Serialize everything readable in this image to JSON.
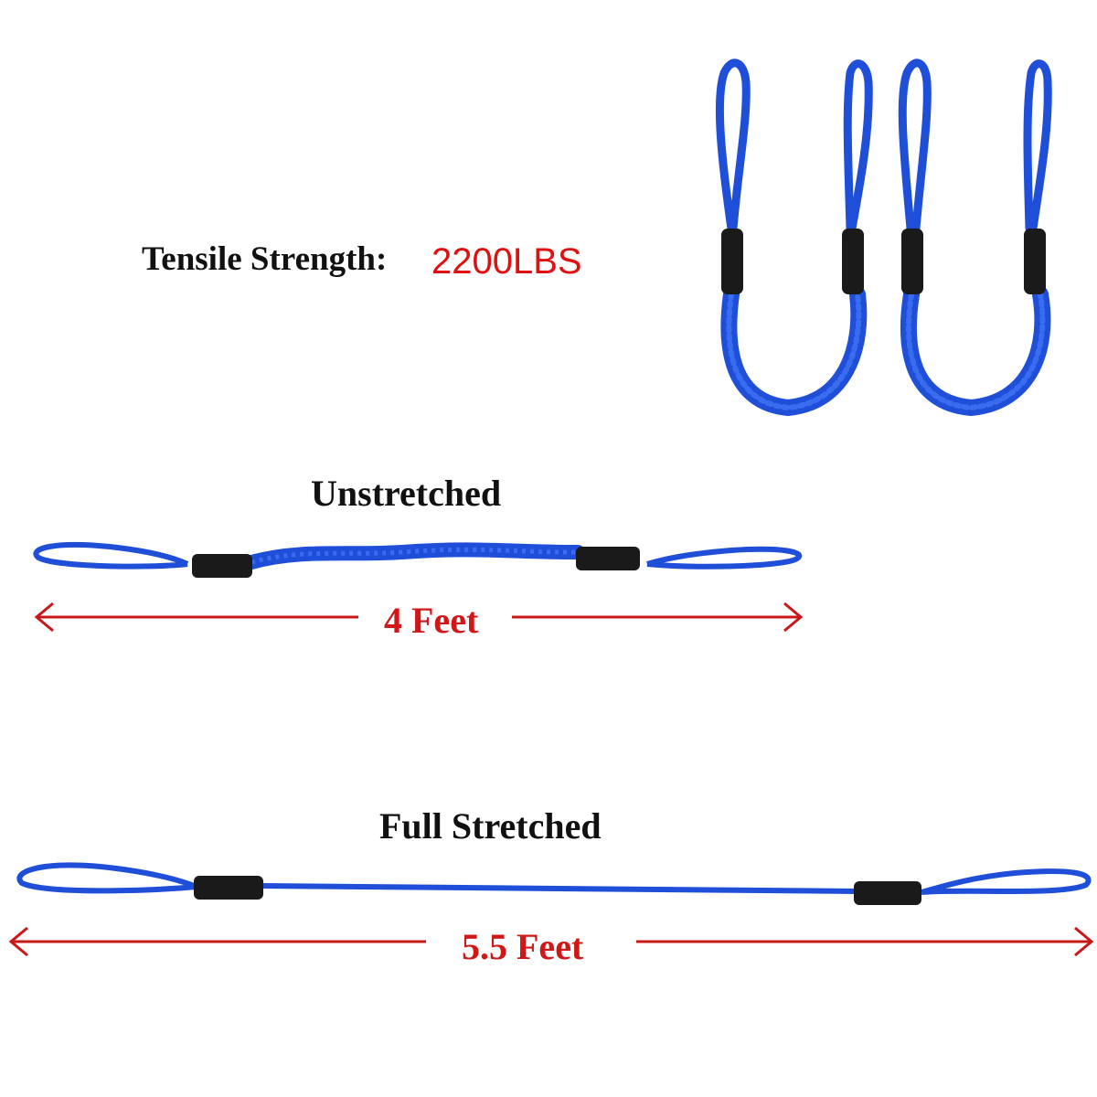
{
  "spec": {
    "label": "Tensile Strength:",
    "value": "2200LBS",
    "value_color": "#e01010"
  },
  "unstretched": {
    "title": "Unstretched",
    "length": "4 Feet"
  },
  "full_stretched": {
    "title": "Full Stretched",
    "length": "5.5 Feet"
  },
  "colors": {
    "rope": "#1f4fd8",
    "rope_dark": "#1638a8",
    "foam": "#1a1a1a",
    "arrow": "#c81818"
  }
}
